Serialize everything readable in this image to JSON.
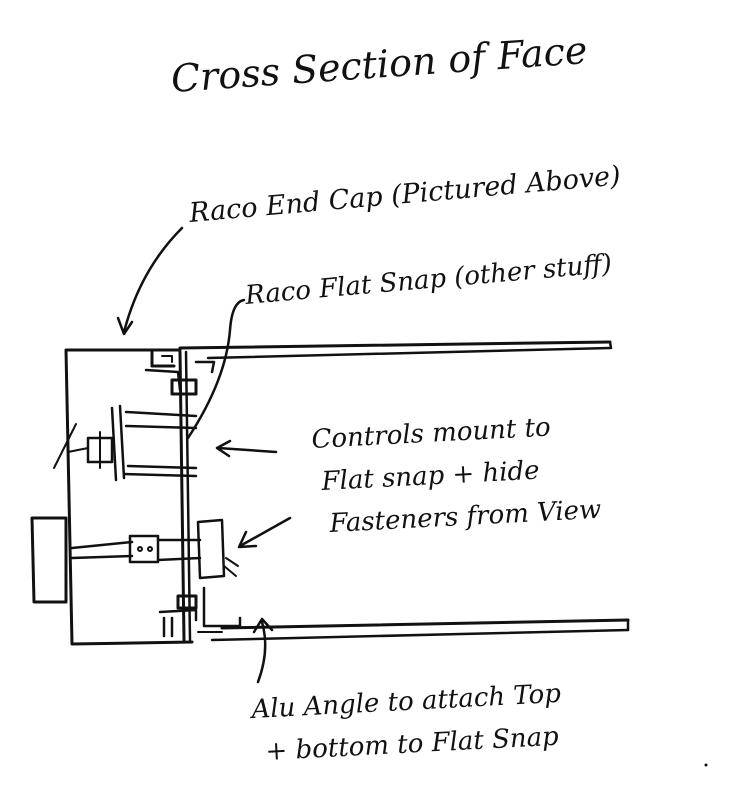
{
  "title": "Cross Section of Face",
  "labels": {
    "end_cap": "Raco End Cap (Pictured Above)",
    "flat_snap": "Raco Flat Snap (other stuff)",
    "controls_line1": "Controls mount to",
    "controls_line2": "Flat snap + hide",
    "controls_line3": "Fasteners from View",
    "angle_line1": "Alu Angle to attach Top",
    "angle_line2": "+ bottom to Flat Snap"
  },
  "colors": {
    "ink": "#111111",
    "paper": "#ffffff"
  }
}
